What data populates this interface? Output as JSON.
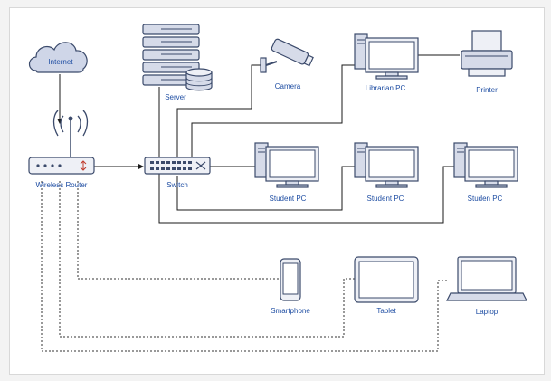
{
  "diagram": {
    "nodes": {
      "internet": "Internet",
      "server": "Server",
      "camera": "Camera",
      "librarian_pc": "Librarian PC",
      "printer": "Printer",
      "wireless_router": "Wireless Router",
      "switch": "Switch",
      "student_pc_1": "Student PC",
      "student_pc_2": "Student PC",
      "student_pc_3": "Studen PC",
      "smartphone": "Smartphone",
      "tablet": "Tablet",
      "laptop": "Laptop"
    },
    "colors": {
      "label": "#1f4ea3",
      "device_fill": "#d6dbe9",
      "device_stroke": "#3b4a6b",
      "cloud_fill": "#cfd6e8"
    }
  }
}
